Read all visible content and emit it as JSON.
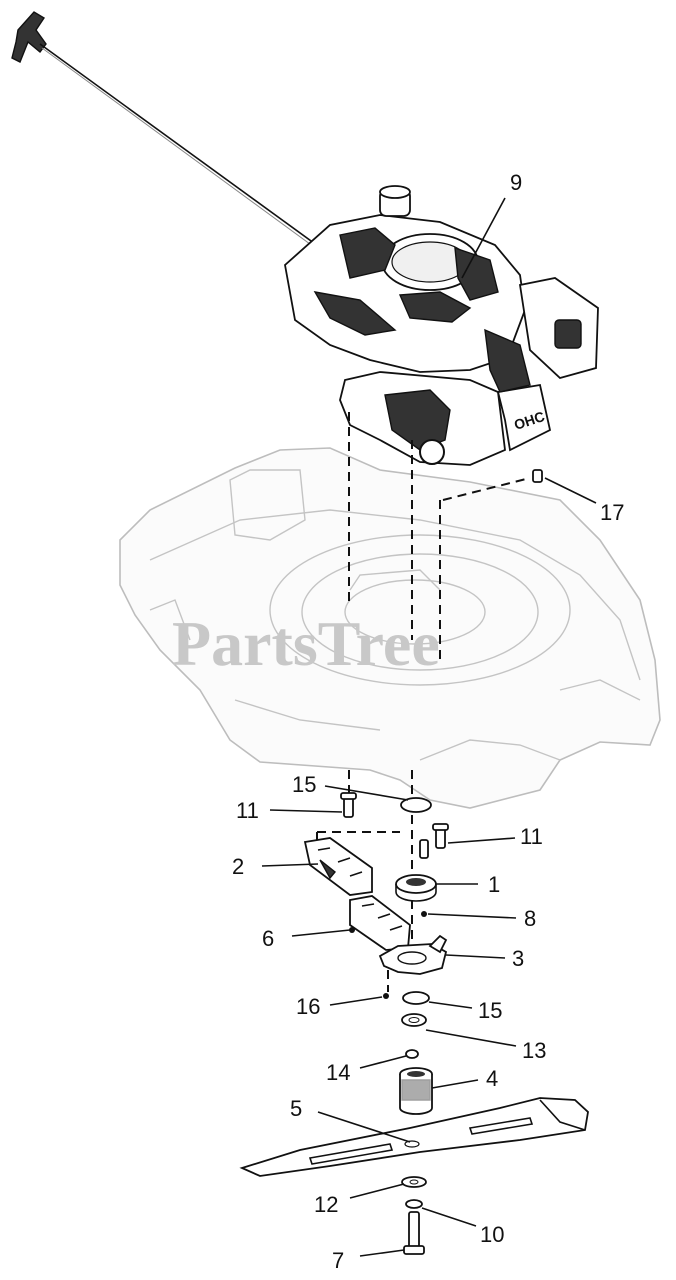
{
  "watermark": "PartsTree",
  "engine_badge": "OHC",
  "callouts": [
    {
      "id": "c9",
      "label": "9"
    },
    {
      "id": "c17",
      "label": "17"
    },
    {
      "id": "c15a",
      "label": "15"
    },
    {
      "id": "c11a",
      "label": "11"
    },
    {
      "id": "c11b",
      "label": "11"
    },
    {
      "id": "c2",
      "label": "2"
    },
    {
      "id": "c1",
      "label": "1"
    },
    {
      "id": "c8",
      "label": "8"
    },
    {
      "id": "c6",
      "label": "6"
    },
    {
      "id": "c3",
      "label": "3"
    },
    {
      "id": "c16",
      "label": "16"
    },
    {
      "id": "c15b",
      "label": "15"
    },
    {
      "id": "c13",
      "label": "13"
    },
    {
      "id": "c14",
      "label": "14"
    },
    {
      "id": "c4",
      "label": "4"
    },
    {
      "id": "c5",
      "label": "5"
    },
    {
      "id": "c12",
      "label": "12"
    },
    {
      "id": "c10",
      "label": "10"
    },
    {
      "id": "c7",
      "label": "7"
    }
  ]
}
